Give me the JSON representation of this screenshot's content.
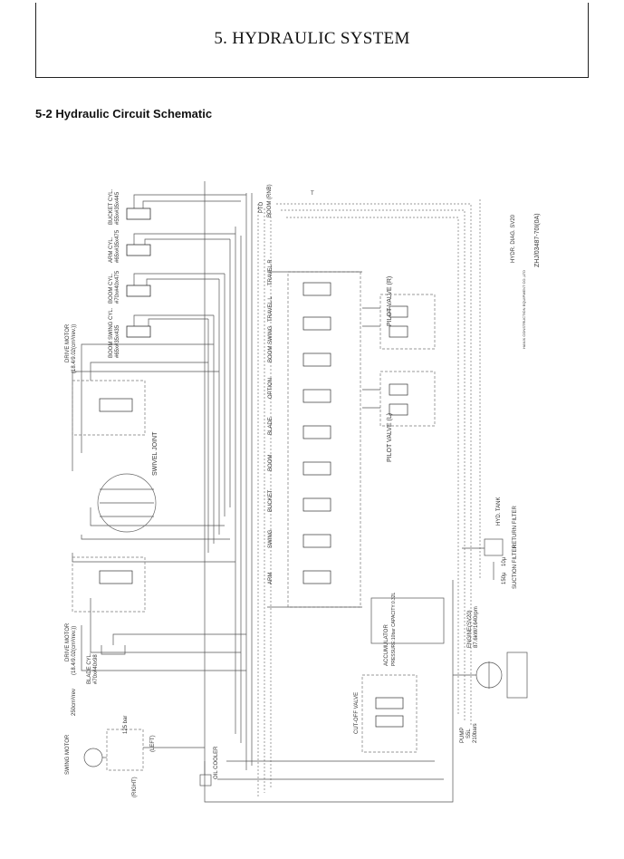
{
  "header": {
    "chapter_title": "5. HYDRAULIC SYSTEM"
  },
  "section": {
    "title": "5-2  Hydraulic Circuit Schematic"
  },
  "schematic": {
    "drawing_no": "ZHJ/03487-70I(0A)",
    "model": "HYDR. DIAG. SV20",
    "company": "HANIX CONSTRUCTION EQUIPMENT CO.,LTD",
    "cylinders": [
      {
        "name": "BUCKET CYL.",
        "spec": "#55x#35x445"
      },
      {
        "name": "ARM CYL.",
        "spec": "#65x#35x475"
      },
      {
        "name": "BOOM CYL.",
        "spec": "#70x#40x475"
      },
      {
        "name": "BOOM SWING CYL.",
        "spec": "#65x#35x435"
      }
    ],
    "valve_sections": [
      "TRAVEL R",
      "TRAVEL L",
      "BOOM SWING",
      "OPTION",
      "BLADE",
      "BOOM",
      "BUCKET",
      "SWING",
      "ARM"
    ],
    "labels": {
      "pto": "PTO",
      "boom_rnb": "BOOM (RNB)",
      "tap": "T",
      "pilot_valve_r": "PILOT VALVE (R)",
      "pilot_valve_l": "PILOT VALVE (L)",
      "travel_motor_upper": "DRIVE MOTOR",
      "travel_motor_upper_spec": "(18.4/9.02(cm³/rev.))",
      "swivel_joint": "SWIVEL JOINT",
      "travel_motor_lower": "DRIVE MOTOR",
      "travel_motor_lower_spec": "(18.4/9.02(cm³/rev.))",
      "blade_cyl": "BLADE CYL.",
      "blade_cyl_spec": "#70x#40x98",
      "swing_motor": "SWING MOTOR",
      "swing_motor_spec": "250cm³/rev",
      "left": "(LEFT)",
      "right": "(RIGHT)",
      "bar": "125 bar",
      "oil_cooler": "OIL COOLER",
      "cut_off_valve": "CUT-OFF VALVE",
      "accumulator": "ACCUMULATOR",
      "accumulator_spec": "PRESSURE:10bar CAPACITY:0.32L",
      "engine": "ENGINE(SV20)",
      "engine_spec": "87.6kW/1640rpm",
      "pump": "PUMP",
      "pump_spec": "S5L",
      "pump_pressure": "210bars",
      "return_filter": "RETURN FILTER",
      "suction_filter": "SUCTION FILTER",
      "tank": "HYD. TANK",
      "filter_mesh": "10μ",
      "suction_mesh": "150μ"
    }
  }
}
